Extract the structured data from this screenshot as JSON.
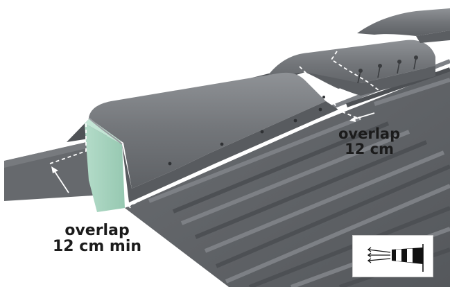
{
  "colors": {
    "background": "#ffffff",
    "roof_sheet": "#5d6064",
    "roof_sheet_light": "#7e8186",
    "ridge_cap": "#6f7276",
    "ridge_cap_top": "#8b8e92",
    "filler_block": "#a8d5c0",
    "dashed_line": "#ffffff",
    "text": "#1b1b1b"
  },
  "callouts": {
    "ridge_overlap": {
      "line1": "overlap",
      "line2": "12 cm"
    },
    "eave_overlap": {
      "line1": "overlap",
      "line2": "12 cm min"
    }
  },
  "icons": {
    "wind_direction": "windsock-icon"
  }
}
